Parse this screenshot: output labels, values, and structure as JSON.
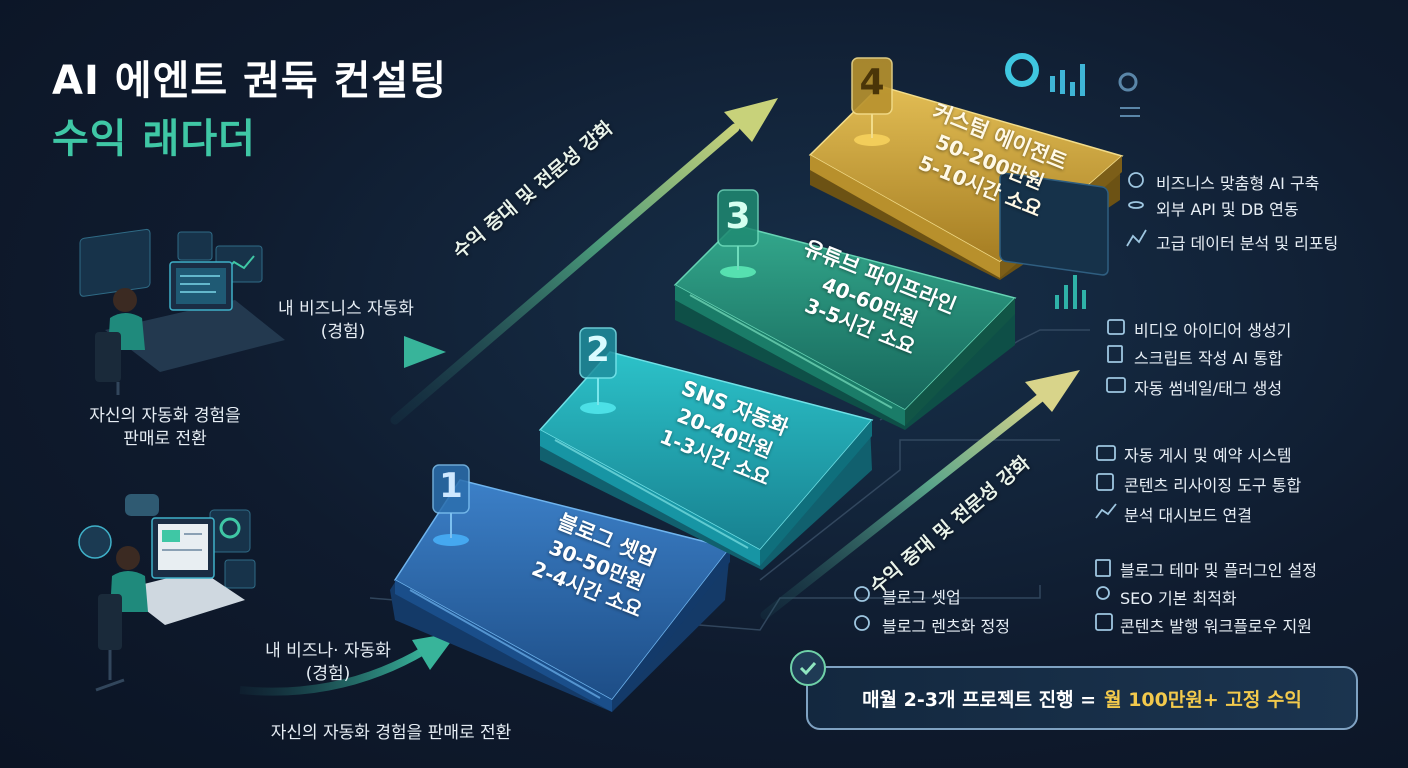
{
  "title": {
    "line1": "AI 에엔트 권둑 컨설팅",
    "line2": "수익 래다더"
  },
  "left_top": {
    "arrow_label_1": "내 비즈니스 자동화",
    "arrow_label_2": "(경험)",
    "caption_1": "자신의 자동화 경험을",
    "caption_2": "판매로 전환"
  },
  "left_bottom": {
    "arrow_label_1": "내 비즈나· 자동화",
    "arrow_label_2": "(경험)",
    "caption": "자신의 자동화 경험을 판매로 전환"
  },
  "growth_arrow_upper": "수익 증대 및 전문성 강화",
  "growth_arrow_lower": "수익 증대 및 전문성 강화",
  "steps": [
    {
      "number": "1",
      "name": "블로그 셋업",
      "price": "30-50만원",
      "time": "2-4시간 소요",
      "color": "#3a8fd8"
    },
    {
      "number": "2",
      "name": "SNS 자동화",
      "price": "20-40만원",
      "time": "1-3시간 소요",
      "color": "#27b8c8"
    },
    {
      "number": "3",
      "name": "유튜브 파이프라인",
      "price": "40-60만원",
      "time": "3-5시간 소요",
      "color": "#2a9e86"
    },
    {
      "number": "4",
      "name": "커스텀 에이전트",
      "price": "50-200만원",
      "time": "5-10시간 소요",
      "color": "#d8b44a"
    }
  ],
  "features": {
    "step1_inline": [
      {
        "icon": "clock-icon",
        "label": "블로그 셋업"
      },
      {
        "icon": "globe-icon",
        "label": "블로그 렌츠화 정정"
      }
    ],
    "step1": [
      {
        "icon": "document-icon",
        "label": "블로그 테마 및 플러그인 설정"
      },
      {
        "icon": "search-icon",
        "label": "SEO 기본 최적화"
      },
      {
        "icon": "edit-icon",
        "label": "콘텐츠 발행 워크플로우 지원"
      }
    ],
    "step2": [
      {
        "icon": "monitor-icon",
        "label": "자동 게시 및 예약 시스템"
      },
      {
        "icon": "edit-icon",
        "label": "콘텐츠 리사이징 도구 통합"
      },
      {
        "icon": "chart-icon",
        "label": "분석 대시보드 연결"
      }
    ],
    "step3": [
      {
        "icon": "play-icon",
        "label": "비디오 아이디어 생성기"
      },
      {
        "icon": "script-icon",
        "label": "스크립트 작성 AI 통합"
      },
      {
        "icon": "image-icon",
        "label": "자동 썸네일/태그 생성"
      }
    ],
    "step4": [
      {
        "icon": "gear-icon",
        "label": "비즈니스 맞춤형 AI 구축"
      },
      {
        "icon": "database-icon",
        "label": "외부 API 및 DB 연동"
      },
      {
        "icon": "bar-chart-icon",
        "label": "고급 데이터 분석 및 리포팅"
      }
    ]
  },
  "summary": {
    "text_1": "매월 2-3개 프로젝트 진행 =",
    "text_2": "월 100만원+ 고정 수익"
  }
}
